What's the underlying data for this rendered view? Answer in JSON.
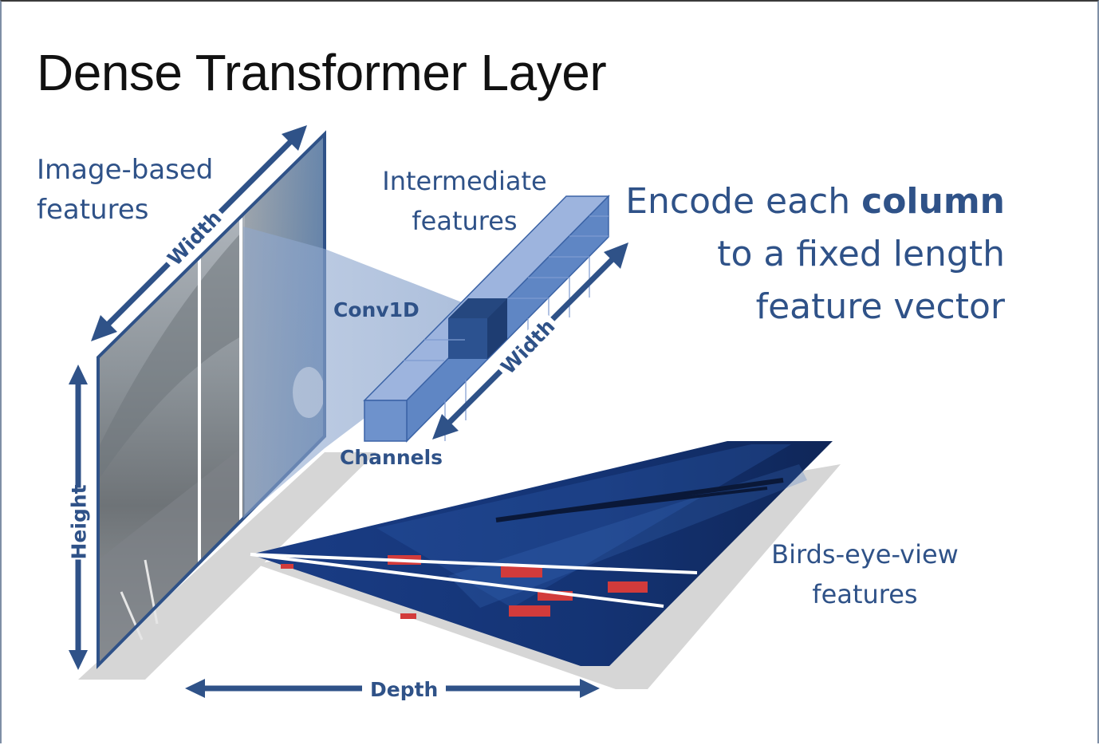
{
  "title": "Dense Transformer Layer",
  "labels": {
    "image_features": [
      "Image-based",
      "features"
    ],
    "intermediate_features": [
      "Intermediate",
      "features"
    ],
    "bev_features": [
      "Birds-eye-view",
      "features"
    ],
    "encode": {
      "line1_prefix": "Encode each ",
      "line1_bold": "column",
      "line2": "to a fixed length",
      "line3": "feature vector"
    },
    "conv": "Conv1D",
    "channels": "Channels",
    "depth": "Depth",
    "height": "Height",
    "width_image": "Width",
    "width_intermediate": "Width"
  },
  "colors": {
    "accent": "#2f5288",
    "arrow": "#2f5288",
    "cuboid": "#6f90c8",
    "bev_base": "#16306a",
    "bev_highlight": "#d23b3b",
    "shadow": "#d4d4d4"
  }
}
